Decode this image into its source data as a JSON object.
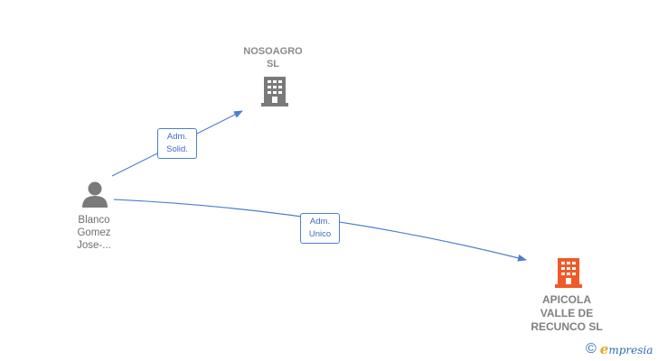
{
  "nodes": {
    "nosoagro": {
      "label": "NOSOAGRO\nSL",
      "icon": "building-icon",
      "color": "#7a7a7a"
    },
    "apicola": {
      "label": "APICOLA\nVALLE DE\nRECUNCO  SL",
      "icon": "building-icon",
      "color": "#f05a28"
    },
    "person": {
      "label": "Blanco\nGomez\nJose-...",
      "icon": "person-icon",
      "color": "#7a7a7a"
    }
  },
  "edges": {
    "to_nosoagro": {
      "label": "Adm.\nSolid."
    },
    "to_apicola": {
      "label": "Adm.\nUnico"
    }
  },
  "colors": {
    "edge": "#4a7fd4"
  },
  "copyright": {
    "symbol": "©",
    "brand_initial": "e",
    "brand_rest": "mpresia"
  }
}
